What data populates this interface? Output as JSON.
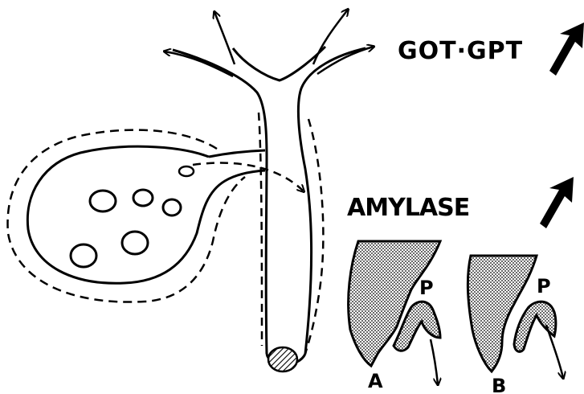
{
  "labels": {
    "enzymes_top": "GOT·GPT",
    "enzymes_bottom": "AMYLASE",
    "inset_a": "A",
    "inset_b": "B",
    "papilla_a": "P",
    "papilla_b": "P"
  },
  "indicators": {
    "enzymes_top": "up-arrow-icon",
    "enzymes_bottom": "up-arrow-icon"
  },
  "colors": {
    "ink": "#000000",
    "background": "#ffffff"
  }
}
